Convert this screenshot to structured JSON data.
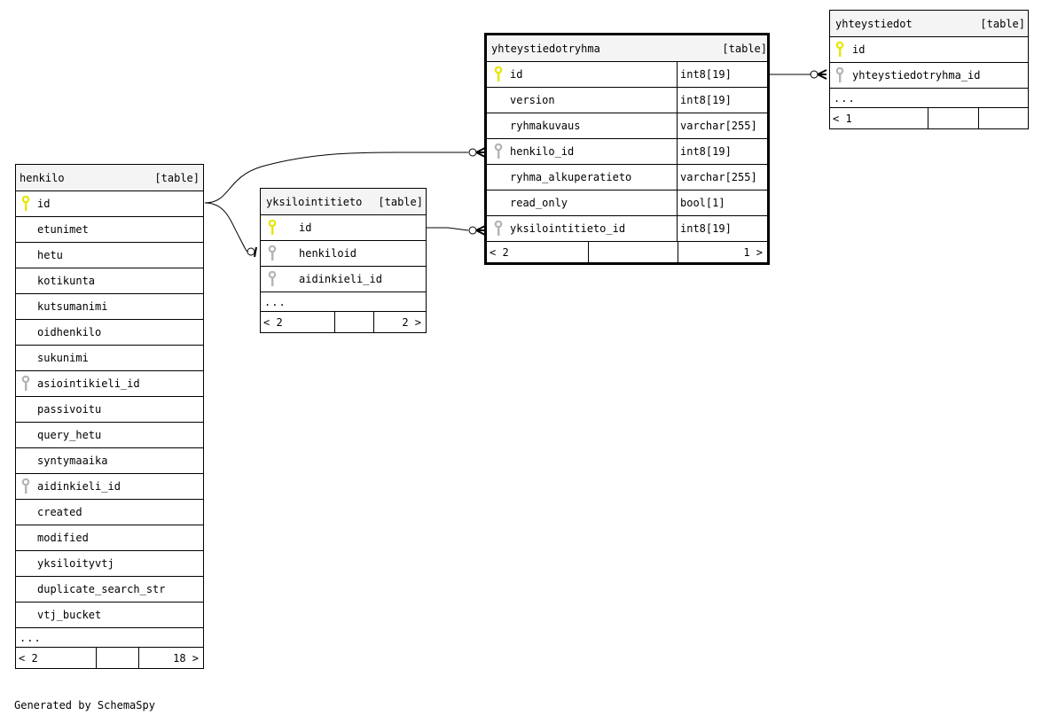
{
  "tables": {
    "henkilo": {
      "name": "henkilo",
      "tag": "[table]",
      "columns": [
        {
          "name": "id",
          "key": "primary"
        },
        {
          "name": "etunimet",
          "key": "none"
        },
        {
          "name": "hetu",
          "key": "none"
        },
        {
          "name": "kotikunta",
          "key": "none"
        },
        {
          "name": "kutsumanimi",
          "key": "none"
        },
        {
          "name": "oidhenkilo",
          "key": "none"
        },
        {
          "name": "sukunimi",
          "key": "none"
        },
        {
          "name": "asiointikieli_id",
          "key": "foreign"
        },
        {
          "name": "passivoitu",
          "key": "none"
        },
        {
          "name": "query_hetu",
          "key": "none"
        },
        {
          "name": "syntymaaika",
          "key": "none"
        },
        {
          "name": "aidinkieli_id",
          "key": "foreign"
        },
        {
          "name": "created",
          "key": "none"
        },
        {
          "name": "modified",
          "key": "none"
        },
        {
          "name": "yksiloityvtj",
          "key": "none"
        },
        {
          "name": "duplicate_search_str",
          "key": "none"
        },
        {
          "name": "vtj_bucket",
          "key": "none"
        }
      ],
      "ellipsis": "...",
      "footer": {
        "parents": "< 2",
        "middle": "",
        "children": "18 >"
      }
    },
    "yksilointitieto": {
      "name": "yksilointitieto",
      "tag": "[table]",
      "columns": [
        {
          "name": "id",
          "key": "primary"
        },
        {
          "name": "henkiloid",
          "key": "foreign"
        },
        {
          "name": "aidinkieli_id",
          "key": "foreign"
        }
      ],
      "ellipsis": "...",
      "footer": {
        "parents": "< 2",
        "middle": "",
        "children": "2 >"
      }
    },
    "yhteystiedotryhma": {
      "name": "yhteystiedotryhma",
      "tag": "[table]",
      "columns": [
        {
          "name": "id",
          "type": "int8[19]",
          "key": "primary"
        },
        {
          "name": "version",
          "type": "int8[19]",
          "key": "none"
        },
        {
          "name": "ryhmakuvaus",
          "type": "varchar[255]",
          "key": "none"
        },
        {
          "name": "henkilo_id",
          "type": "int8[19]",
          "key": "foreign"
        },
        {
          "name": "ryhma_alkuperatieto",
          "type": "varchar[255]",
          "key": "none"
        },
        {
          "name": "read_only",
          "type": "bool[1]",
          "key": "none"
        },
        {
          "name": "yksilointitieto_id",
          "type": "int8[19]",
          "key": "foreign"
        }
      ],
      "footer": {
        "parents": "< 2",
        "middle": "",
        "children": "1 >"
      }
    },
    "yhteystiedot": {
      "name": "yhteystiedot",
      "tag": "[table]",
      "columns": [
        {
          "name": "id",
          "key": "primary"
        },
        {
          "name": "yhteystiedotryhma_id",
          "key": "foreign"
        }
      ],
      "ellipsis": "...",
      "footer": {
        "parents": "< 1",
        "middle": "",
        "children": ""
      }
    }
  },
  "colors": {
    "primary_key": "#e6e600",
    "foreign_key": "#b4b4b4",
    "header_bg": "#f4f4f4"
  },
  "footer_note": "Generated by SchemaSpy"
}
